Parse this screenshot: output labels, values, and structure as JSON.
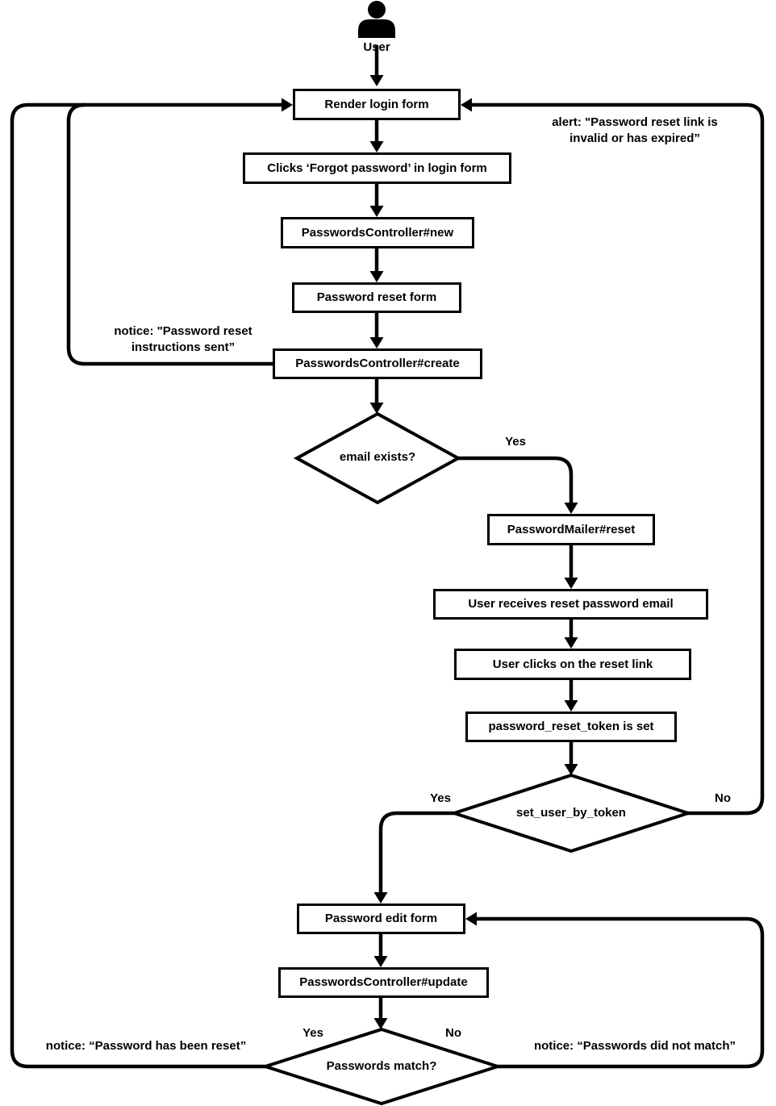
{
  "actor": {
    "label": "User"
  },
  "nodes": {
    "render_login_form": "Render login form",
    "clicks_forgot_password": "Clicks ‘Forgot password’ in login form",
    "passwords_controller_new": "PasswordsController#new",
    "password_reset_form": "Password reset form",
    "passwords_controller_create": "PasswordsController#create",
    "password_mailer_reset": "PasswordMailer#reset",
    "user_receives_email": "User receives reset password email",
    "user_clicks_reset_link": "User clicks on the reset link",
    "password_reset_token_set": "password_reset_token is set",
    "password_edit_form": "Password edit form",
    "passwords_controller_update": "PasswordsController#update"
  },
  "decisions": {
    "email_exists": "email exists?",
    "set_user_by_token": "set_user_by_token",
    "passwords_match": "Passwords match?"
  },
  "edge_labels": {
    "email_exists_yes": "Yes",
    "set_user_by_token_yes": "Yes",
    "set_user_by_token_no": "No",
    "passwords_match_yes": "Yes",
    "passwords_match_no": "No"
  },
  "annotations": {
    "alert_link_invalid": "alert: \"Password reset link is\ninvalid or has expired”",
    "notice_instructions_sent": "notice: \"Password reset\ninstructions sent”",
    "notice_password_reset": "notice: “Password has been reset”",
    "notice_passwords_no_match": "notice: “Passwords did not match”"
  },
  "colors": {
    "line": "#000000",
    "background": "#ffffff",
    "text": "#000000"
  }
}
